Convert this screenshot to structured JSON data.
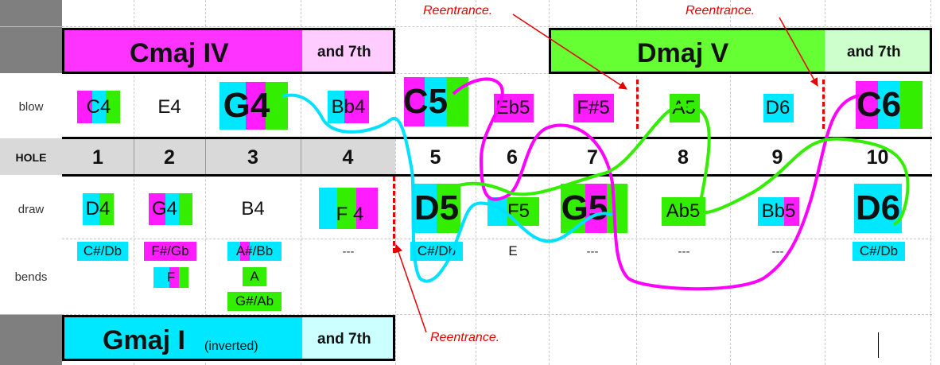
{
  "row_labels": {
    "blow": "blow",
    "hole": "HOLE",
    "draw": "draw",
    "bends": "bends"
  },
  "chords": {
    "cmaj": {
      "name": "Cmaj IV",
      "seventh": "and 7th"
    },
    "dmaj": {
      "name": "Dmaj V",
      "seventh": "and 7th"
    },
    "gmaj": {
      "name": "Gmaj I",
      "qualifier": "(inverted)",
      "seventh": "and 7th"
    }
  },
  "holes": [
    "1",
    "2",
    "3",
    "4",
    "5",
    "6",
    "7",
    "8",
    "9",
    "10"
  ],
  "blow": [
    "C4",
    "E4",
    "G4",
    "Bb4",
    "C5",
    "Eb5",
    "F#5",
    "A5",
    "D6",
    "C6"
  ],
  "draw": [
    "D4",
    "G4",
    "B4",
    "F 4",
    "D5",
    "F5",
    "G5",
    "Ab5",
    "Bb5",
    "D6"
  ],
  "bends": {
    "h1": [
      "C#/Db"
    ],
    "h2": [
      "F#/Gb",
      "F"
    ],
    "h3": [
      "A#/Bb",
      "A",
      "G#/Ab"
    ],
    "h4": [
      "---"
    ],
    "h5": [
      "C#/Db"
    ],
    "h6": [
      "E"
    ],
    "h7": [
      "---"
    ],
    "h8": [
      "---"
    ],
    "h9": [
      "---"
    ],
    "h10": [
      "C#/Db"
    ]
  },
  "annotations": {
    "reentrance_1": "Reentrance.",
    "reentrance_2": "Reentrance.",
    "reentrance_3": "Reentrance."
  },
  "colors": {
    "gmaj_cyan": "#00e8ff",
    "cmaj_magenta": "#ff1cff",
    "dmaj_green": "#33ee00",
    "cmaj_header": "#ff33ff",
    "cmaj_seventh": "#ffccff",
    "dmaj_header": "#66ff33",
    "dmaj_seventh": "#ccffcc",
    "gmaj_seventh": "#ccffff",
    "annotation_red": "#e60000"
  }
}
